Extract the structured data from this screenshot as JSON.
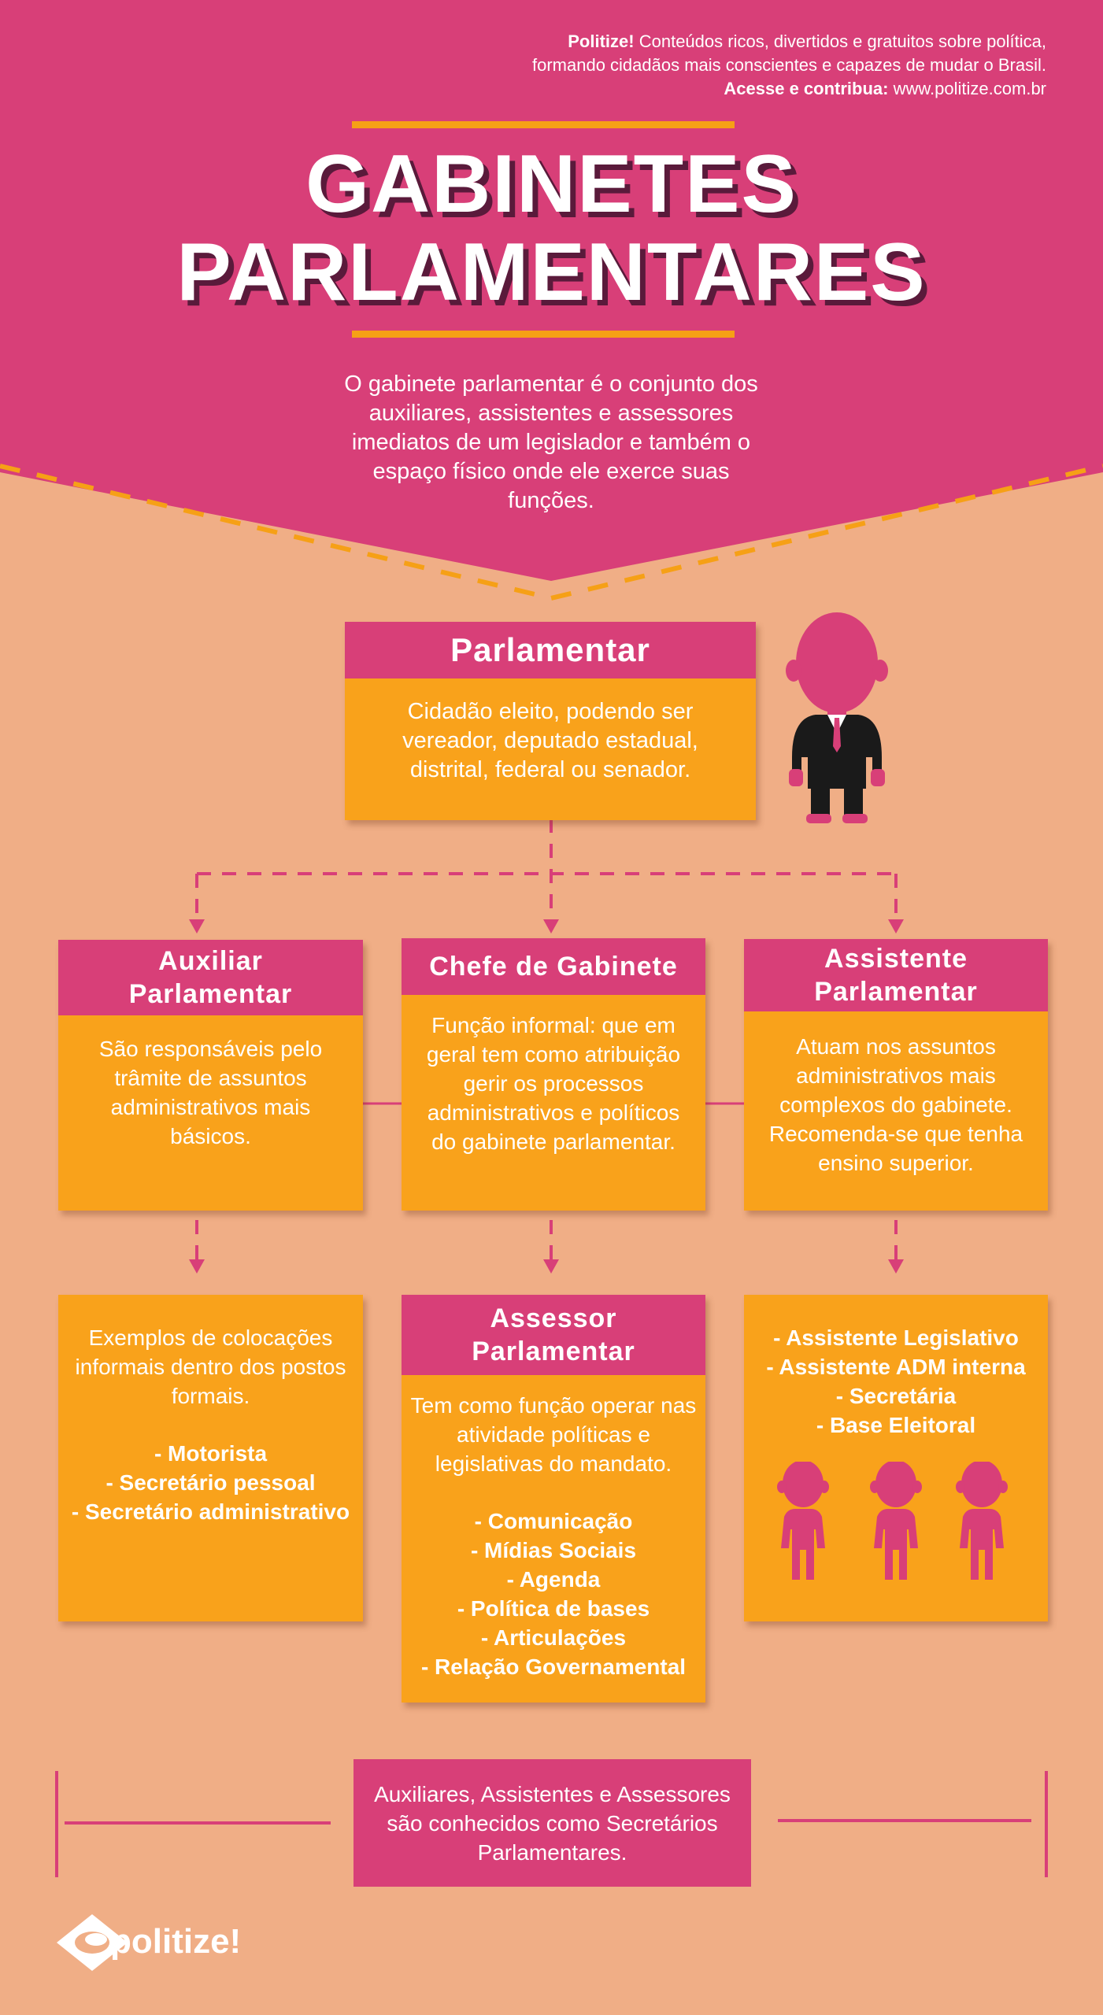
{
  "header": {
    "tagline_brand": "Politize!",
    "tagline_line1": "Conteúdos ricos, divertidos e gratuitos sobre política,",
    "tagline_line2": "formando cidadãos mais conscientes e capazes de mudar o Brasil.",
    "cta_label": "Acesse e contribua:",
    "cta_url": "www.politize.com.br",
    "title_line1": "GABINETES",
    "title_line2": "PARLAMENTARES",
    "intro": "O gabinete parlamentar é o conjunto dos auxiliares, assistentes e assessores imediatos de um legislador e também o espaço físico onde ele exerce suas funções."
  },
  "parlamentar": {
    "title": "Parlamentar",
    "text": "Cidadão eleito, podendo ser vereador, deputado estadual, distrital, federal ou senador."
  },
  "auxiliar": {
    "title": "Auxiliar Parlamentar",
    "text": "São responsáveis pelo trâmite de assuntos administrativos mais básicos."
  },
  "chefe": {
    "title": "Chefe de Gabinete",
    "text": "Função informal: que em geral tem como atribuição gerir os processos administrativos e políticos do gabinete parlamentar."
  },
  "assistente": {
    "title": "Assistente Parlamentar",
    "text": "Atuam nos assuntos administrativos mais complexos do gabinete. Recomenda-se que tenha ensino superior."
  },
  "exemplos": {
    "text": "Exemplos de colocações informais dentro dos postos formais.",
    "items": [
      "- Motorista",
      "- Secretário pessoal",
      "- Secretário administrativo"
    ]
  },
  "assessor": {
    "title": "Assessor Parlamentar",
    "text": "Tem como função operar nas atividade políticas e legislativas do mandato.",
    "items": [
      "- Comunicação",
      "- Mídias Sociais",
      "- Agenda",
      "- Política de bases",
      "- Articulações",
      "- Relação Governamental"
    ]
  },
  "assistentes_list": {
    "items": [
      "- Assistente Legislativo",
      "- Assistente ADM interna",
      "- Secretária",
      "- Base Eleitoral"
    ]
  },
  "footer": {
    "note": "Auxiliares, Assistentes e Assessores são conhecidos como Secretários Parlamentares.",
    "brand": "politize!"
  },
  "colors": {
    "pink": "#d83f78",
    "orange": "#f9a21b",
    "background": "#f0ae86",
    "dark": "#1a1a1a"
  }
}
